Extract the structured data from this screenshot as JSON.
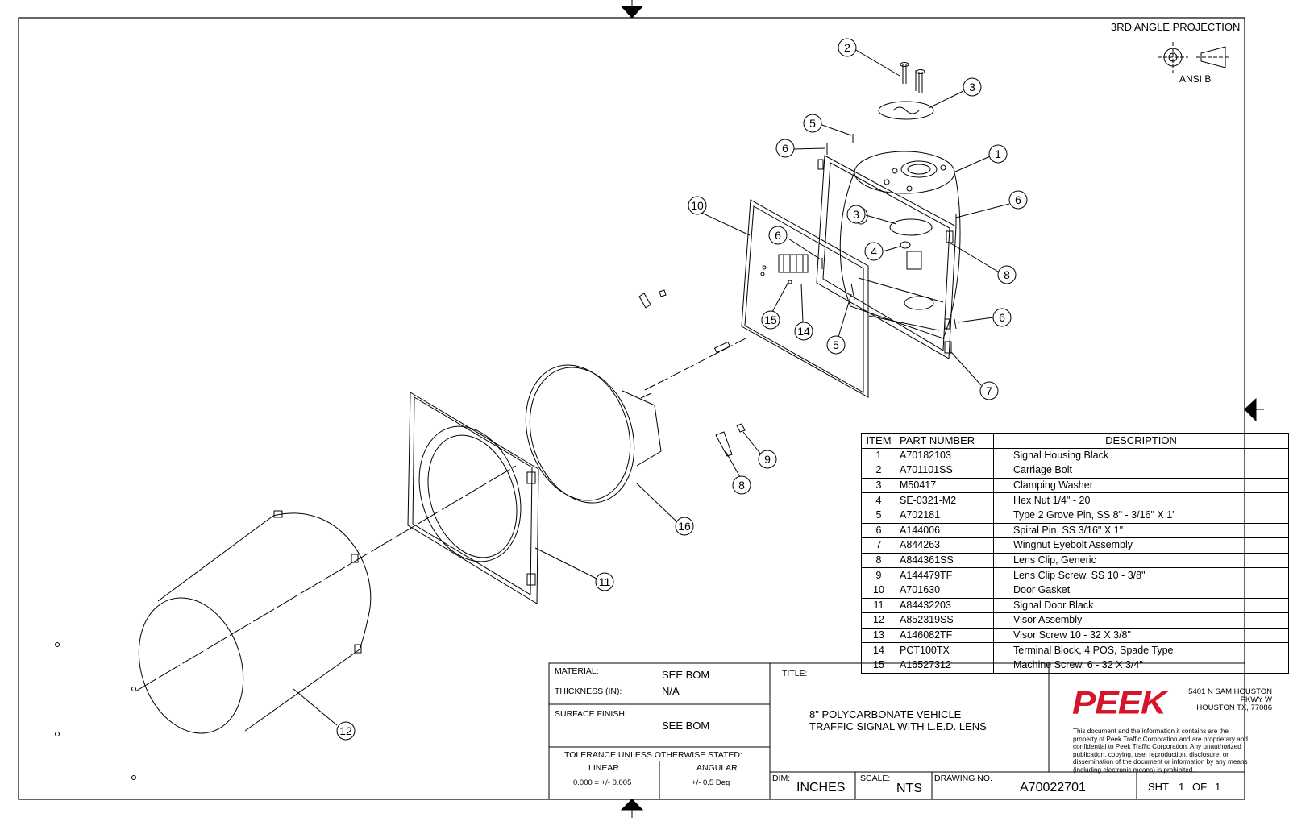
{
  "projection": {
    "label": "3RD ANGLE PROJECTION",
    "standard": "ANSI B"
  },
  "balloons": [
    "1",
    "2",
    "3",
    "3",
    "4",
    "5",
    "5",
    "6",
    "6",
    "6",
    "6",
    "7",
    "8",
    "8",
    "9",
    "10",
    "11",
    "12",
    "14",
    "15",
    "16"
  ],
  "bom": {
    "headers": [
      "ITEM",
      "PART NUMBER",
      "DESCRIPTION"
    ],
    "rows": [
      {
        "item": "1",
        "part": "A70182103",
        "desc": "Signal Housing Black"
      },
      {
        "item": "2",
        "part": "A701101SS",
        "desc": "Carriage Bolt"
      },
      {
        "item": "3",
        "part": "M50417",
        "desc": "Clamping Washer"
      },
      {
        "item": "4",
        "part": "SE-0321-M2",
        "desc": "Hex Nut 1/4\" - 20"
      },
      {
        "item": "5",
        "part": "A702181",
        "desc": "Type 2 Grove Pin, SS 8\" - 3/16\" X 1\""
      },
      {
        "item": "6",
        "part": "A144006",
        "desc": "Spiral Pin, SS 3/16\" X 1\""
      },
      {
        "item": "7",
        "part": "A844263",
        "desc": "Wingnut Eyebolt Assembly"
      },
      {
        "item": "8",
        "part": "A844361SS",
        "desc": "Lens Clip, Generic"
      },
      {
        "item": "9",
        "part": "A144479TF",
        "desc": "Lens Clip Screw, SS 10 - 3/8\""
      },
      {
        "item": "10",
        "part": "A701630",
        "desc": "Door Gasket"
      },
      {
        "item": "11",
        "part": "A84432203",
        "desc": "Signal Door Black"
      },
      {
        "item": "12",
        "part": "A852319SS",
        "desc": "Visor Assembly"
      },
      {
        "item": "13",
        "part": "A146082TF",
        "desc": "Visor Screw 10 - 32 X 3/8\""
      },
      {
        "item": "14",
        "part": "PCT100TX",
        "desc": "Terminal Block, 4 POS, Spade Type"
      },
      {
        "item": "15",
        "part": "A16527312",
        "desc": "Machine Screw, 6 - 32 X 3/4\""
      }
    ]
  },
  "title_block": {
    "material_label": "MATERIAL:",
    "material_value": "SEE BOM",
    "thickness_label": "THICKNESS (IN):",
    "thickness_value": "N/A",
    "finish_label": "SURFACE FINISH:",
    "finish_value": "SEE BOM",
    "tolerance_label": "TOLERANCE UNLESS OTHERWISE STATED:",
    "linear_label": "LINEAR",
    "angular_label": "ANGULAR",
    "linear_value": "0.000 = +/- 0.005",
    "angular_value": "+/- 0.5 Deg",
    "title_label": "TITLE:",
    "title_line1": "8\" POLYCARBONATE VEHICLE",
    "title_line2": "TRAFFIC SIGNAL WITH L.E.D. LENS",
    "dim_label": "DIM:",
    "dim_value": "INCHES",
    "scale_label": "SCALE:",
    "scale_value": "NTS",
    "drawing_no_label": "DRAWING NO.",
    "drawing_no": "A70022701",
    "sheet_label": "SHT",
    "sheet_num": "1",
    "sheet_of": "OF",
    "sheet_total": "1"
  },
  "company": {
    "logo": "PEEK",
    "address_line1": "5401 N SAM HOUSTON",
    "address_line2": "PKWY W",
    "address_line3": "HOUSTON TX, 77086",
    "notice": "This document and the information it contains are the property of Peek Traffic Corporation and are proprietary and confidential to Peek Traffic Corporation. Any unauthorized publication, copying, use, reproduction, disclosure, or dissemination of the document or information by any means (including electronic means) is prohibited.",
    "brand_color": "#d6142a"
  }
}
